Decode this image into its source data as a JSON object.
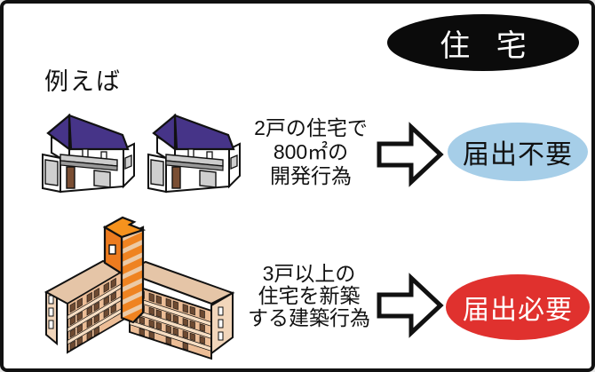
{
  "badge": {
    "label": "住 宅"
  },
  "intro_label": "例えば",
  "cases": [
    {
      "illustration": "two-detached-houses",
      "description_lines": [
        "2戸の住宅で",
        "800㎡の",
        "開発行為"
      ],
      "result_label": "届出不要"
    },
    {
      "illustration": "apartment-building",
      "description_lines": [
        "3戸以上の",
        "住宅を新築",
        "する建築行為"
      ],
      "result_label": "届出必要"
    }
  ],
  "colors": {
    "badge_bg": "#0b0b0b",
    "badge_text": "#ffffff",
    "result_ok_bg": "#a6cee8",
    "result_ok_text": "#111111",
    "result_required_bg": "#e0312e",
    "result_required_text": "#ffffff",
    "house_roof_purple": "#463488",
    "building_orange": "#ef8321",
    "building_tan": "#ecbd96",
    "outline": "#111111"
  }
}
